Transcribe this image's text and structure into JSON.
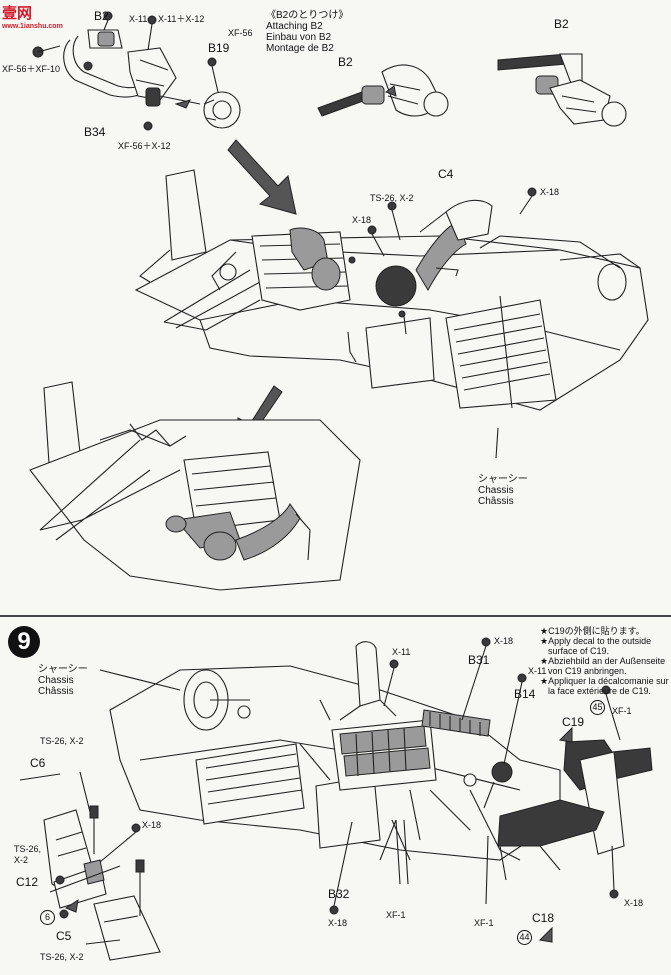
{
  "watermark": {
    "text": "壹网",
    "url": "www.1ianshu.com"
  },
  "step8": {
    "callouts": {
      "b2_top": "B2",
      "x11": "X-11",
      "x11_x12": "X-11＋X-12",
      "xf56_xf10": "XF-56＋XF-10",
      "xf56_x12": "XF-56＋X-12",
      "b34": "B34",
      "xf56": "XF-56",
      "b19": "B19",
      "ts26_x2": "TS-26, X-2",
      "c4": "C4",
      "x18_right": "X-18",
      "x18_left": "X-18",
      "b2_mid": "B2",
      "b2_right": "B2"
    },
    "attaching_note": {
      "title_ja": "《B2のとりつけ》",
      "en": "Attaching B2",
      "de": "Einbau von B2",
      "fr": "Montage de B2"
    },
    "chassis_label": {
      "ja": "シャーシー",
      "en": "Chassis",
      "fr": "Châssis"
    }
  },
  "step9": {
    "number": "9",
    "chassis_label": {
      "ja": "シャーシー",
      "en": "Chassis",
      "fr": "Châssis"
    },
    "decal_note": {
      "ja": "★C19の外側に貼ります。",
      "en1": "★Apply decal to the outside",
      "en2": "surface of C19.",
      "de1": "★Abziehbild an der Außenseite",
      "de2": "von C19 anbringen.",
      "fr1": "★Appliquer la décalcomanie sur",
      "fr2": "la face extérieure de C19."
    },
    "callouts": {
      "x11_top": "X-11",
      "x18_top": "X-18",
      "b31": "B31",
      "x11_right": "X-11",
      "b14": "B14",
      "c19": "C19",
      "decal45": "45",
      "xf1_right": "XF-1",
      "ts26_x2_a": "TS-26, X-2",
      "c6": "C6",
      "x18_left": "X-18",
      "ts26_1": "TS-26,",
      "x2_1": "X-2",
      "c12": "C12",
      "decal6": "6",
      "c5": "C5",
      "ts26_x2_b": "TS-26, X-2",
      "b32": "B32",
      "x18_b32": "X-18",
      "xf1_a": "XF-1",
      "xf1_b": "XF-1",
      "c18": "C18",
      "decal44": "44",
      "x18_far": "X-18"
    }
  }
}
